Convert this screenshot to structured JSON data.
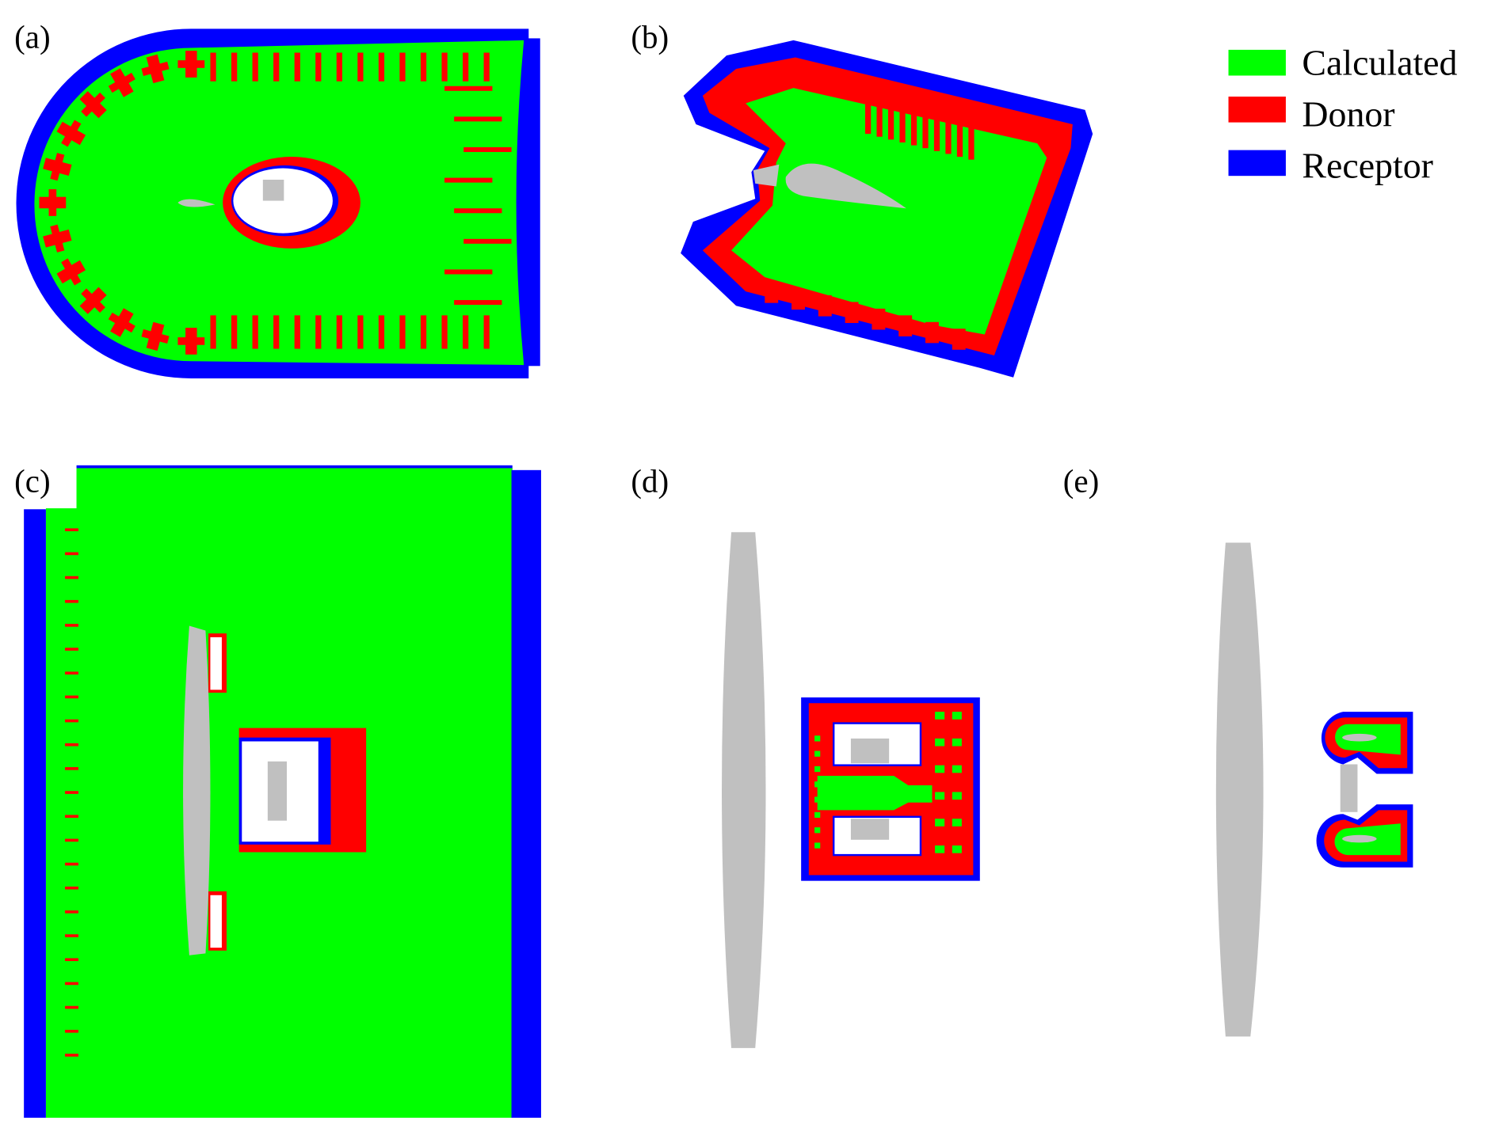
{
  "panels": [
    {
      "label": "(a)"
    },
    {
      "label": "(b)"
    },
    {
      "label": "(c)"
    },
    {
      "label": "(d)"
    },
    {
      "label": "(e)"
    }
  ],
  "legend": {
    "items": [
      {
        "label": "Calculated",
        "color": "#00ff00"
      },
      {
        "label": "Donor",
        "color": "#ff0000"
      },
      {
        "label": "Receptor",
        "color": "#0000ff"
      }
    ]
  },
  "colors": {
    "calculated": "#00ff00",
    "donor": "#ff0000",
    "receptor": "#0000ff",
    "body": "#c0c0c0"
  }
}
